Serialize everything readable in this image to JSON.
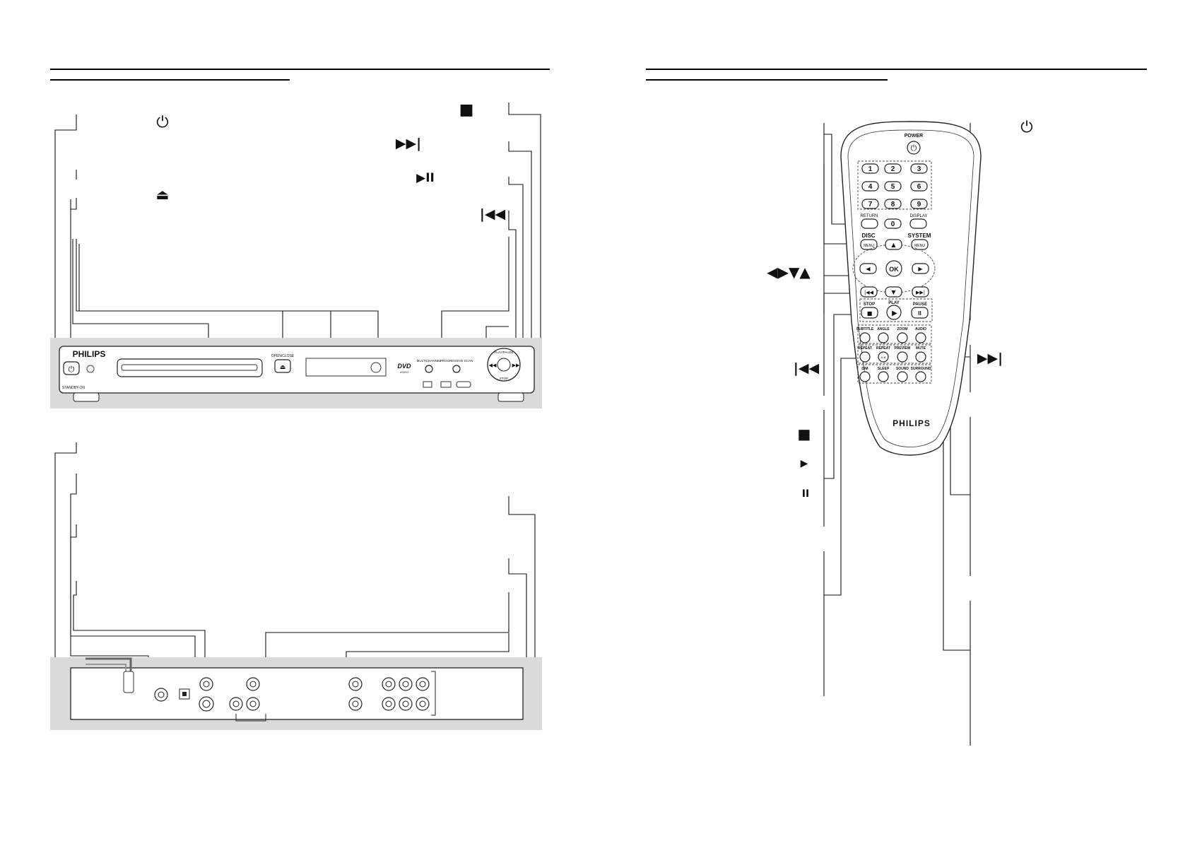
{
  "front_panel": {
    "brand": "PHILIPS",
    "eject_label": "OPEN/CLOSE",
    "multichannel_label": "MULTICHANNEL",
    "progressive_label": "PROGRESSIVE SCAN",
    "dvd_logo": "DVD",
    "dvd_logo_sub": "VIDEO",
    "nav_top": "PLAY/PAUSE",
    "nav_bottom": "STOP",
    "standby_label": "STANDBY-ON"
  },
  "left_symbols": {
    "power": "⏻",
    "eject": "⏏",
    "stop": "■",
    "next": "▶▶|",
    "play_pause": "▶II",
    "prev": "|◀◀"
  },
  "remote": {
    "power_label": "POWER",
    "digits": [
      "1",
      "2",
      "3",
      "4",
      "5",
      "6",
      "7",
      "8",
      "9",
      "0"
    ],
    "return_label": "RETURN",
    "display_label": "DISPLAY",
    "disc_label": "DISC",
    "system_label": "SYSTEM",
    "menu_label": "MENU",
    "ok_label": "OK",
    "stop_label": "STOP",
    "play_label": "PLAY",
    "pause_label": "PAUSE",
    "row1": [
      "SUBTITLE",
      "ANGLE",
      "ZOOM",
      "AUDIO"
    ],
    "row2": [
      "REPEAT",
      "REPEAT",
      "PREVIEW",
      "MUTE"
    ],
    "ab_label": "A-B",
    "row3": [
      "DIM",
      "SLEEP",
      "SOUND",
      "SURROUND"
    ],
    "brand": "PHILIPS"
  },
  "right_symbols": {
    "power": "⏻",
    "arrows": "◀▶▼▲",
    "prev": "|◀◀",
    "next": "▶▶|",
    "stop": "■",
    "play": "▶",
    "pause": "II"
  }
}
